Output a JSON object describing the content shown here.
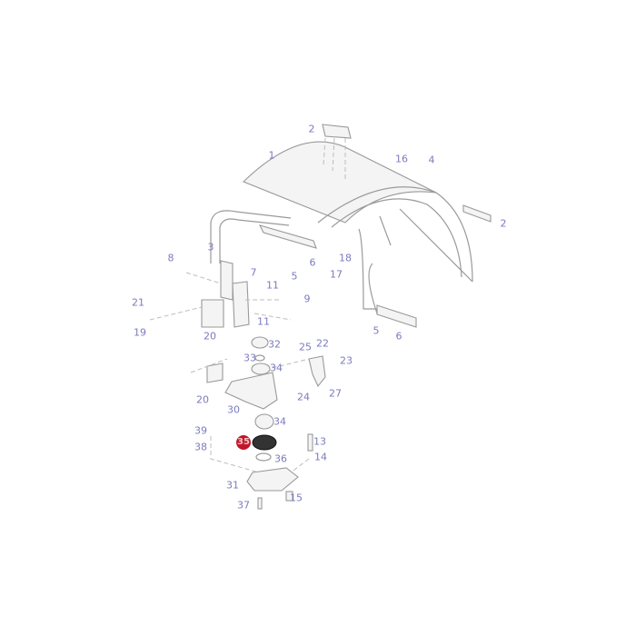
{
  "diagram": {
    "highlight_color": "#c0152a",
    "label_color": "#7b7bbf",
    "highlighted_part": "35",
    "labels": [
      "2",
      "1",
      "16",
      "4",
      "2",
      "3",
      "8",
      "6",
      "5",
      "18",
      "17",
      "7",
      "11",
      "9",
      "21",
      "19",
      "20",
      "11",
      "5",
      "6",
      "32",
      "25",
      "22",
      "23",
      "33",
      "34",
      "20",
      "24",
      "27",
      "30",
      "34",
      "39",
      "13",
      "38",
      "36",
      "14",
      "31",
      "15",
      "37"
    ]
  }
}
